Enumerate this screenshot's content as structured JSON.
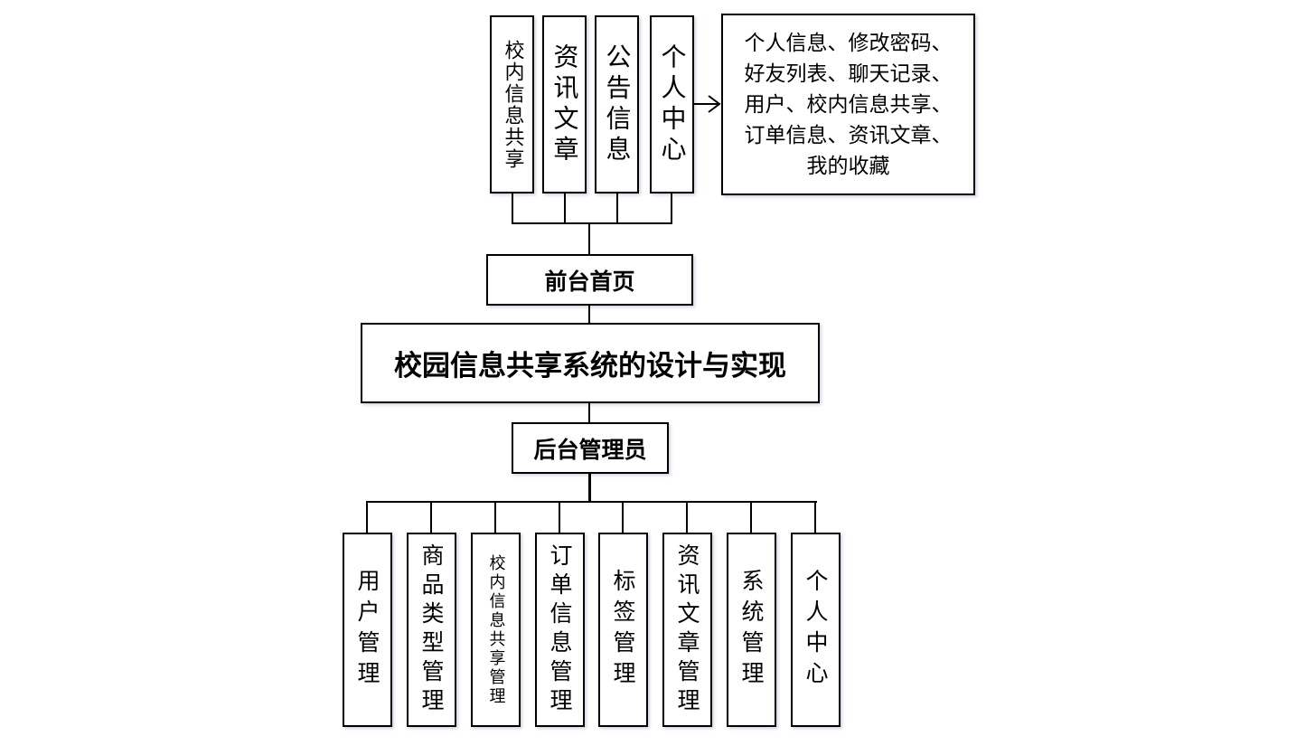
{
  "title": "校园信息共享系统的设计与实现",
  "frontend": {
    "label": "前台首页",
    "modules": [
      "校内信息共享",
      "资讯文章",
      "公告信息",
      "个人中心"
    ],
    "personal_center_details": "个人信息、修改密码、好友列表、聊天记录、用户、校内信息共享、订单信息、资讯文章、我的收藏"
  },
  "backend": {
    "label": "后台管理员",
    "modules": [
      "用户管理",
      "商品类型管理",
      "校内信息共享管理",
      "订单信息管理",
      "标签管理",
      "资讯文章管理",
      "系统管理",
      "个人中心"
    ]
  }
}
